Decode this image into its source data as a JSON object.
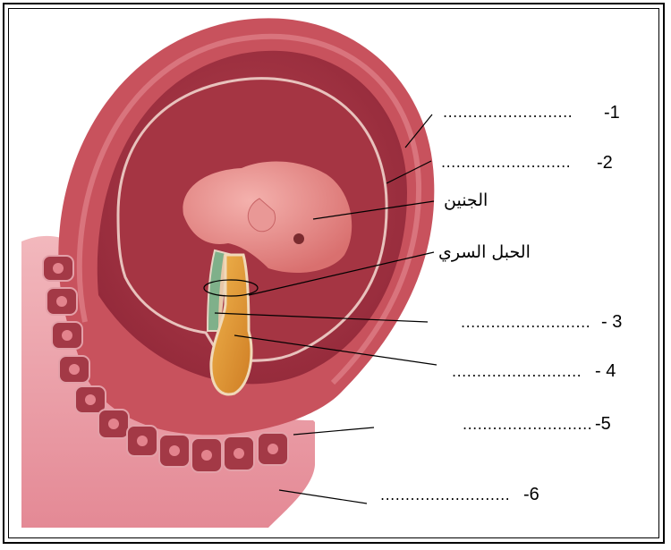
{
  "labels": {
    "blank": "..........................",
    "item1": "-1",
    "item2": "-2",
    "item3": "- 3",
    "item4": "- 4",
    "item5": "-5",
    "item6": "-6"
  },
  "arabic": {
    "embryo": "الجنين",
    "umbilical_cord": "الحبل السري"
  },
  "colors": {
    "uterus_wall": "#c9545f",
    "cavity": "#a93744",
    "membrane": "#e8c2bd",
    "embryo": "#e58a8c",
    "yolk_sac": "#e19a38",
    "placenta": "#e58f98"
  }
}
